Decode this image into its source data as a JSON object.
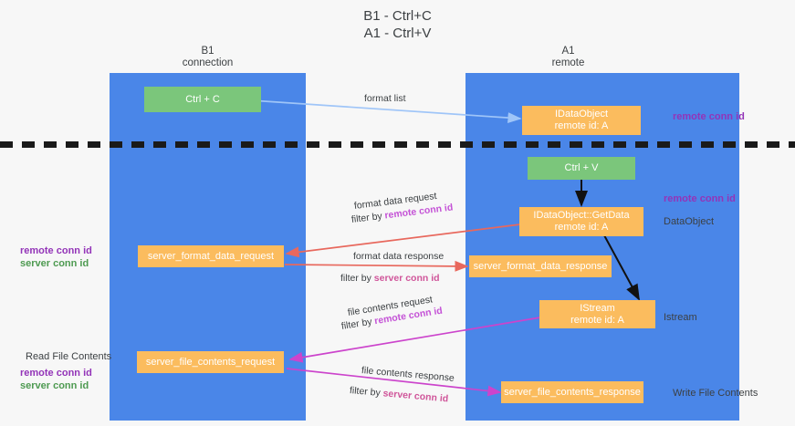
{
  "title": {
    "line1": "B1 - Ctrl+C",
    "line2": "A1 - Ctrl+V"
  },
  "lanes": [
    {
      "id": "b1",
      "name": "B1",
      "sub": "connection"
    },
    {
      "id": "a1",
      "name": "A1",
      "sub": "remote"
    }
  ],
  "boxes": {
    "ctrl_c": "Ctrl + C",
    "ctrl_v": "Ctrl + V",
    "idataobject_l1": "IDataObject",
    "idataobject_l2": "remote id: A",
    "getdata_l1": "IDataObject::GetData",
    "getdata_l2": "remote id: A",
    "istream_l1": "IStream",
    "istream_l2": "remote id: A",
    "server_format_data_request": "server_format_data_request",
    "server_format_data_response": "server_format_data_response",
    "server_file_contents_request": "server_file_contents_request",
    "server_file_contents_response": "server_file_contents_response"
  },
  "side_labels": {
    "dataobject": "DataObject",
    "istream": "Istream",
    "write_file_contents": "Write File Contents",
    "read_file_contents": "Read File Contents"
  },
  "tags": {
    "remote_conn_id_top": "remote conn id",
    "remote_conn_id_mid": "remote conn id",
    "left_remote_conn_id": "remote conn id",
    "left_server_conn_id": "server conn id",
    "left_remote_conn_id_2": "remote conn id",
    "left_server_conn_id_2": "server conn id"
  },
  "arrow_labels": {
    "format_list": "format list",
    "format_data_request": "format data request",
    "format_data_request_filter_prefix": "filter by ",
    "format_data_request_filter_key": "remote conn id",
    "format_data_response": "format data response",
    "format_data_response_filter_prefix": "filter by ",
    "format_data_response_filter_key": "server conn id",
    "file_contents_request": "file contents request",
    "file_contents_request_filter_prefix": "filter by ",
    "file_contents_request_filter_key": "remote conn id",
    "file_contents_response": "file contents response",
    "file_contents_response_filter_prefix": "filter by ",
    "file_contents_response_filter_key": "server conn id"
  },
  "colors": {
    "lane": "#4a86e8",
    "orange": "#fbbc5e",
    "green": "#7bc67b",
    "purple": "#9334b8",
    "pink": "#d0559a",
    "red_arrow": "#e8685d",
    "magenta_arrow": "#cc44cc",
    "blue_arrow": "#9fc5f8"
  }
}
